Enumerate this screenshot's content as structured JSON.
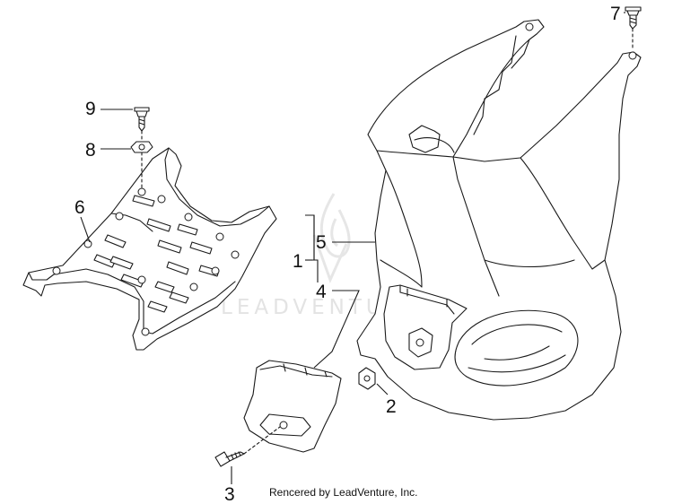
{
  "watermark": {
    "brand": "LEADVENTURE"
  },
  "callouts": {
    "c1": "1",
    "c2": "2",
    "c3": "3",
    "c4": "4",
    "c5": "5",
    "c6": "6",
    "c7": "7",
    "c8": "8",
    "c9": "9"
  },
  "footer": {
    "credit": "Rencered by LeadVenture, Inc."
  }
}
